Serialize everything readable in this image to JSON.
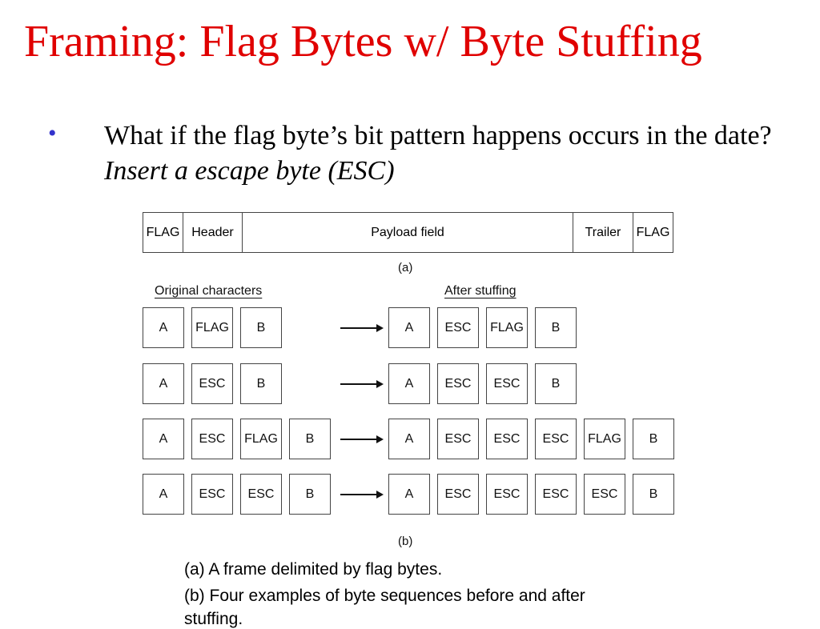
{
  "title": "Framing: Flag Bytes w/ Byte Stuffing",
  "bullet": {
    "symbol": "•",
    "text": "What if the flag byte’s bit pattern happens occurs in the date?",
    "emphasis": "Insert a escape byte (ESC)"
  },
  "figure": {
    "frame": [
      "FLAG",
      "Header",
      "Payload field",
      "Trailer",
      "FLAG"
    ],
    "label_a": "(a)",
    "original_header": "Original characters",
    "stuffed_header": "After stuffing",
    "rows": [
      {
        "original": [
          "A",
          "FLAG",
          "B"
        ],
        "stuffed": [
          "A",
          "ESC",
          "FLAG",
          "B"
        ]
      },
      {
        "original": [
          "A",
          "ESC",
          "B"
        ],
        "stuffed": [
          "A",
          "ESC",
          "ESC",
          "B"
        ]
      },
      {
        "original": [
          "A",
          "ESC",
          "FLAG",
          "B"
        ],
        "stuffed": [
          "A",
          "ESC",
          "ESC",
          "ESC",
          "FLAG",
          "B"
        ]
      },
      {
        "original": [
          "A",
          "ESC",
          "ESC",
          "B"
        ],
        "stuffed": [
          "A",
          "ESC",
          "ESC",
          "ESC",
          "ESC",
          "B"
        ]
      }
    ],
    "label_b": "(b)"
  },
  "caption": {
    "line1": "(a) A frame delimited by flag bytes.",
    "line2": "(b) Four examples of byte sequences before and after",
    "line3": "stuffing."
  }
}
